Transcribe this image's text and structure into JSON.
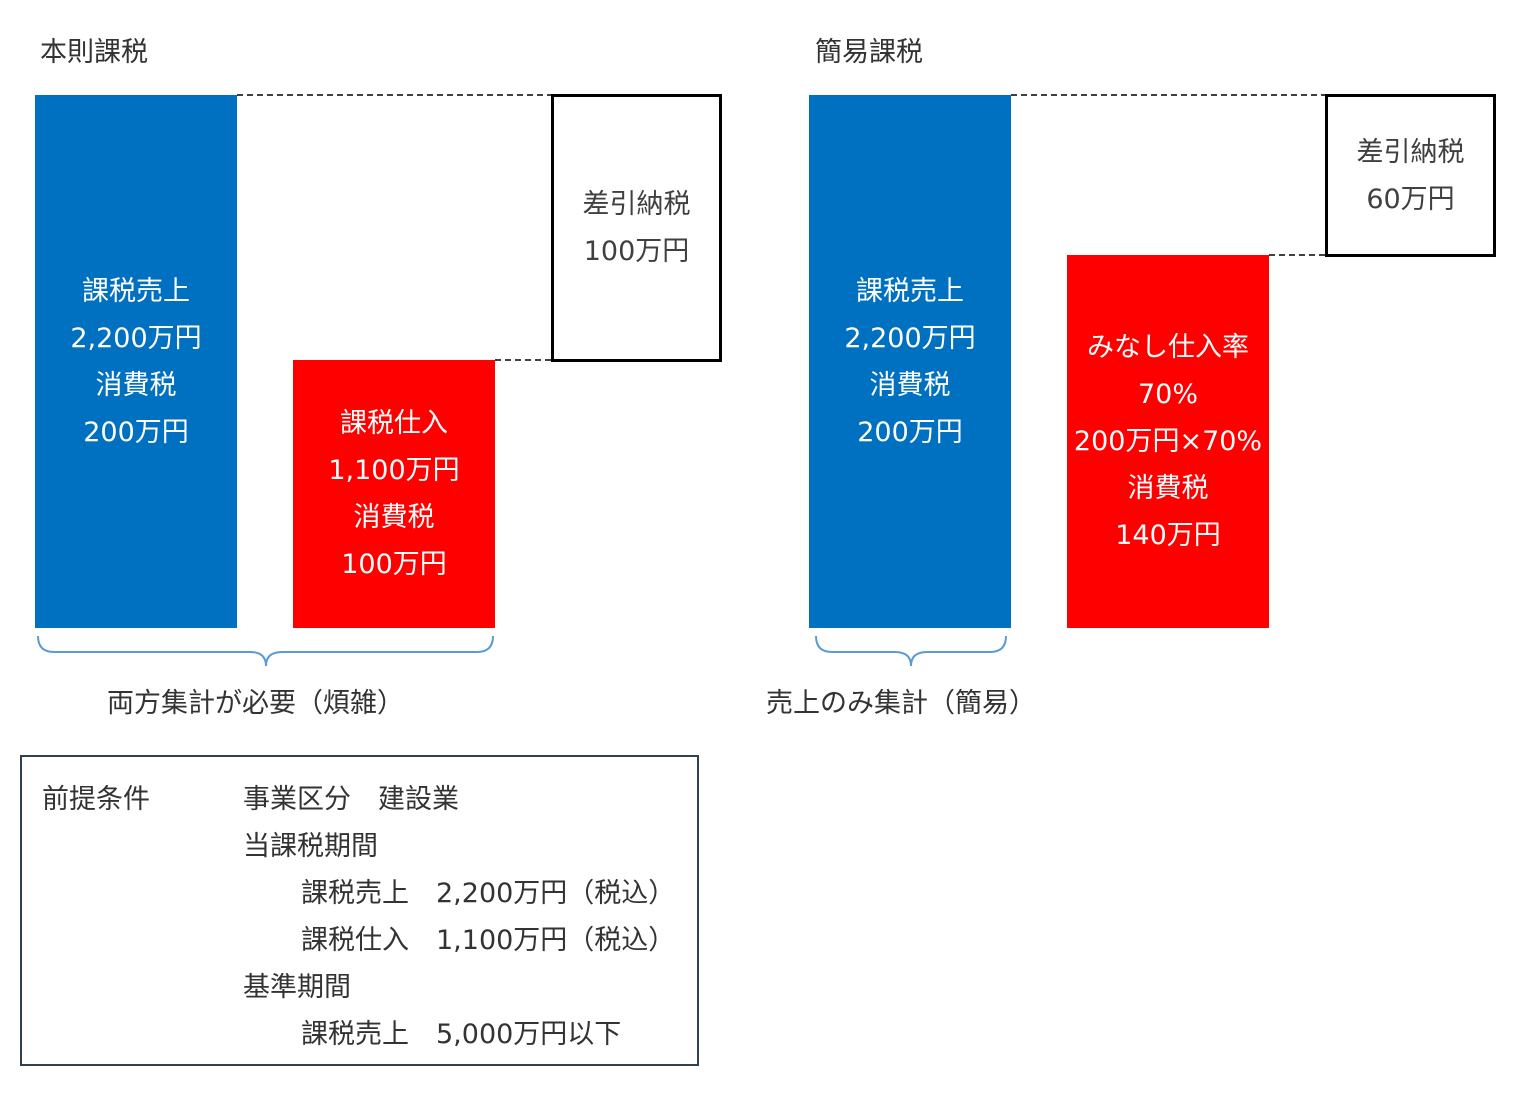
{
  "left": {
    "title": "本則課税",
    "sales_box": [
      "課税売上",
      "2,200万円",
      "消費税",
      "200万円"
    ],
    "purchase_box": [
      "課税仕入",
      "1,100万円",
      "消費税",
      "100万円"
    ],
    "net_box": [
      "差引納税",
      "100万円"
    ],
    "caption": "両方集計が必要（煩雑）"
  },
  "right": {
    "title": "簡易課税",
    "sales_box": [
      "課税売上",
      "2,200万円",
      "消費税",
      "200万円"
    ],
    "purchase_box": [
      "みなし仕入率",
      "70%",
      "200万円×70%",
      "消費税",
      "140万円"
    ],
    "net_box": [
      "差引納税",
      "60万円"
    ],
    "caption": "売上のみ集計（簡易）"
  },
  "conditions": {
    "label": "前提条件",
    "business": "事業区分　建設業",
    "current_period": "当課税期間",
    "current_sales": "課税売上　2,200万円（税込）",
    "current_purchase": "課税仕入　1,100万円（税込）",
    "base_period": "基準期間",
    "base_sales": "課税売上　5,000万円以下"
  },
  "colors": {
    "sales": "#0070c0",
    "purchase": "#ff0000",
    "bracket": "#5b9bd5"
  }
}
